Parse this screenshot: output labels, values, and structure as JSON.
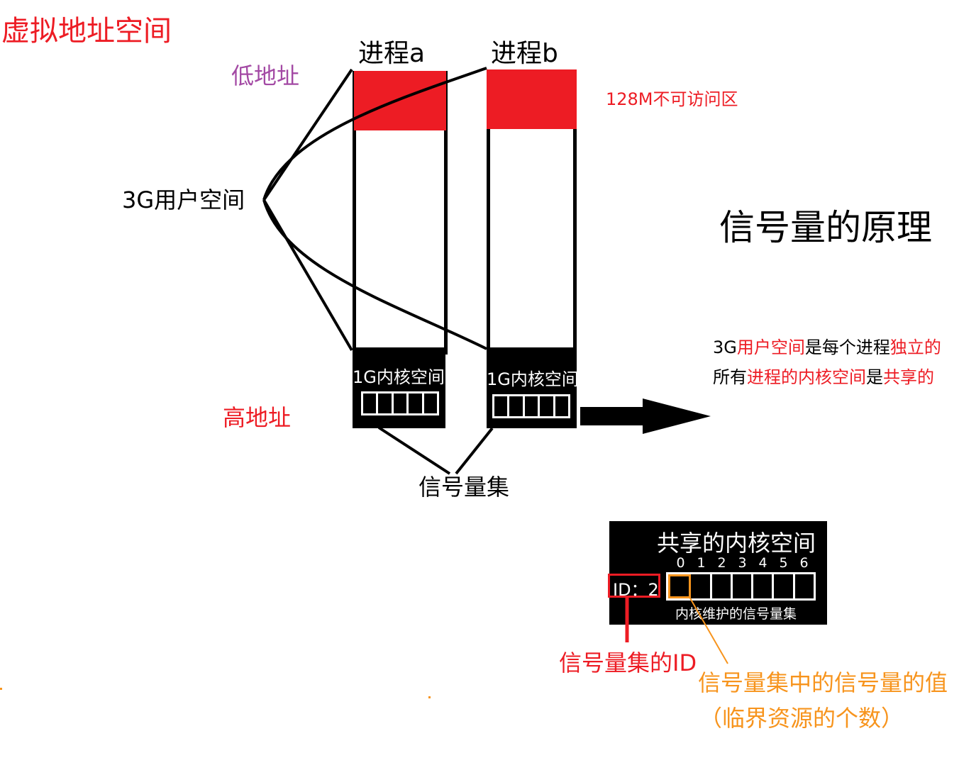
{
  "title": "虚拟地址空间",
  "labels": {
    "process_a": "进程a",
    "process_b": "进程b",
    "low_address": "低地址",
    "high_address": "高地址",
    "inaccessible_area": "128M不可访问区",
    "user_space_3g": "3G用户空间",
    "kernel_space_1g": "1G内核空间",
    "semaphore_set": "信号量集"
  },
  "heading": "信号量的原理",
  "notes": {
    "line1_parts": [
      {
        "text": "3G",
        "color": "#000000"
      },
      {
        "text": "用户空间",
        "color": "#ed1c24"
      },
      {
        "text": "是每个进程",
        "color": "#000000"
      },
      {
        "text": "独立的",
        "color": "#ed1c24"
      }
    ],
    "line2_parts": [
      {
        "text": "所有",
        "color": "#000000"
      },
      {
        "text": "进程的内核空间",
        "color": "#ed1c24"
      },
      {
        "text": "是",
        "color": "#000000"
      },
      {
        "text": "共享的",
        "color": "#ed1c24"
      }
    ]
  },
  "shared_kernel": {
    "title": "共享的内核空间",
    "indices": [
      "0",
      "1",
      "2",
      "3",
      "4",
      "5",
      "6"
    ],
    "id_label": "ID：2",
    "caption": "内核维护的信号量集"
  },
  "annotations": {
    "set_id": "信号量集的ID",
    "semaphore_value": "信号量集中的信号量的值",
    "semaphore_value_note": "（临界资源的个数）"
  },
  "colors": {
    "red": "#ed1c24",
    "purple": "#a349a4",
    "orange": "#f7941d",
    "black": "#000000"
  }
}
